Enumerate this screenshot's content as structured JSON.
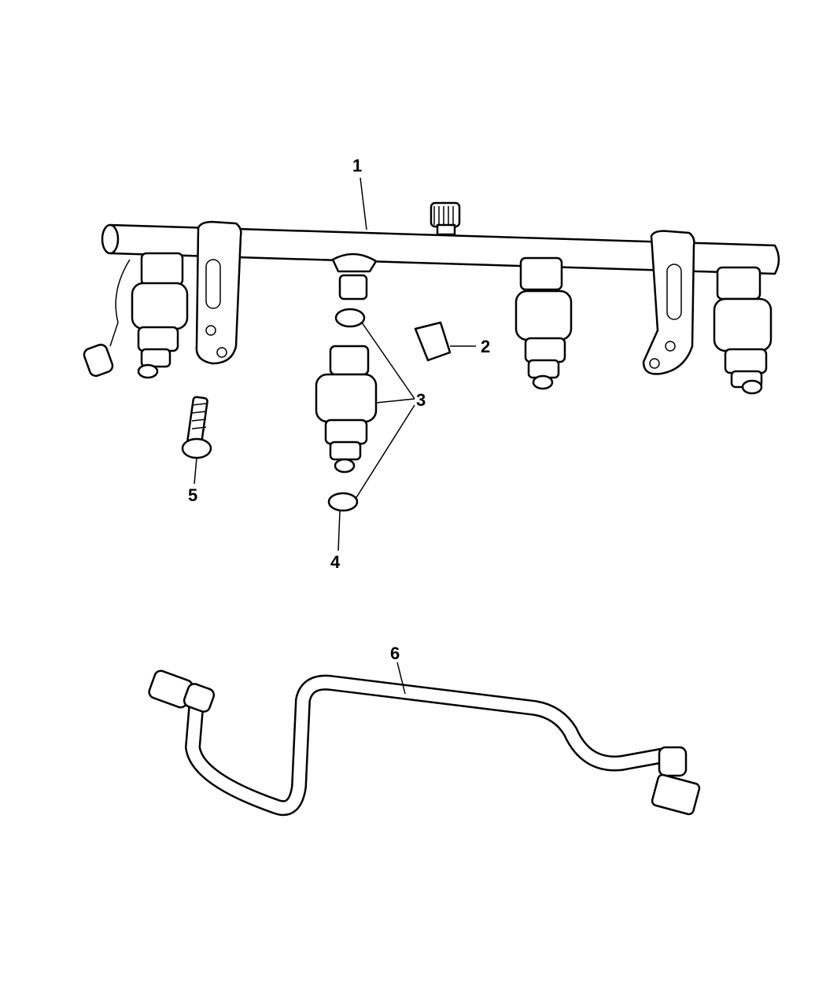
{
  "callouts": [
    {
      "id": "1",
      "label": "1",
      "part": "fuel-rail"
    },
    {
      "id": "2",
      "label": "2",
      "part": "injector-clip"
    },
    {
      "id": "3",
      "label": "3",
      "part": "injector-and-o-rings"
    },
    {
      "id": "4",
      "label": "4",
      "part": "lower-o-ring"
    },
    {
      "id": "5",
      "label": "5",
      "part": "bolt"
    },
    {
      "id": "6",
      "label": "6",
      "part": "fuel-supply-tube"
    }
  ]
}
